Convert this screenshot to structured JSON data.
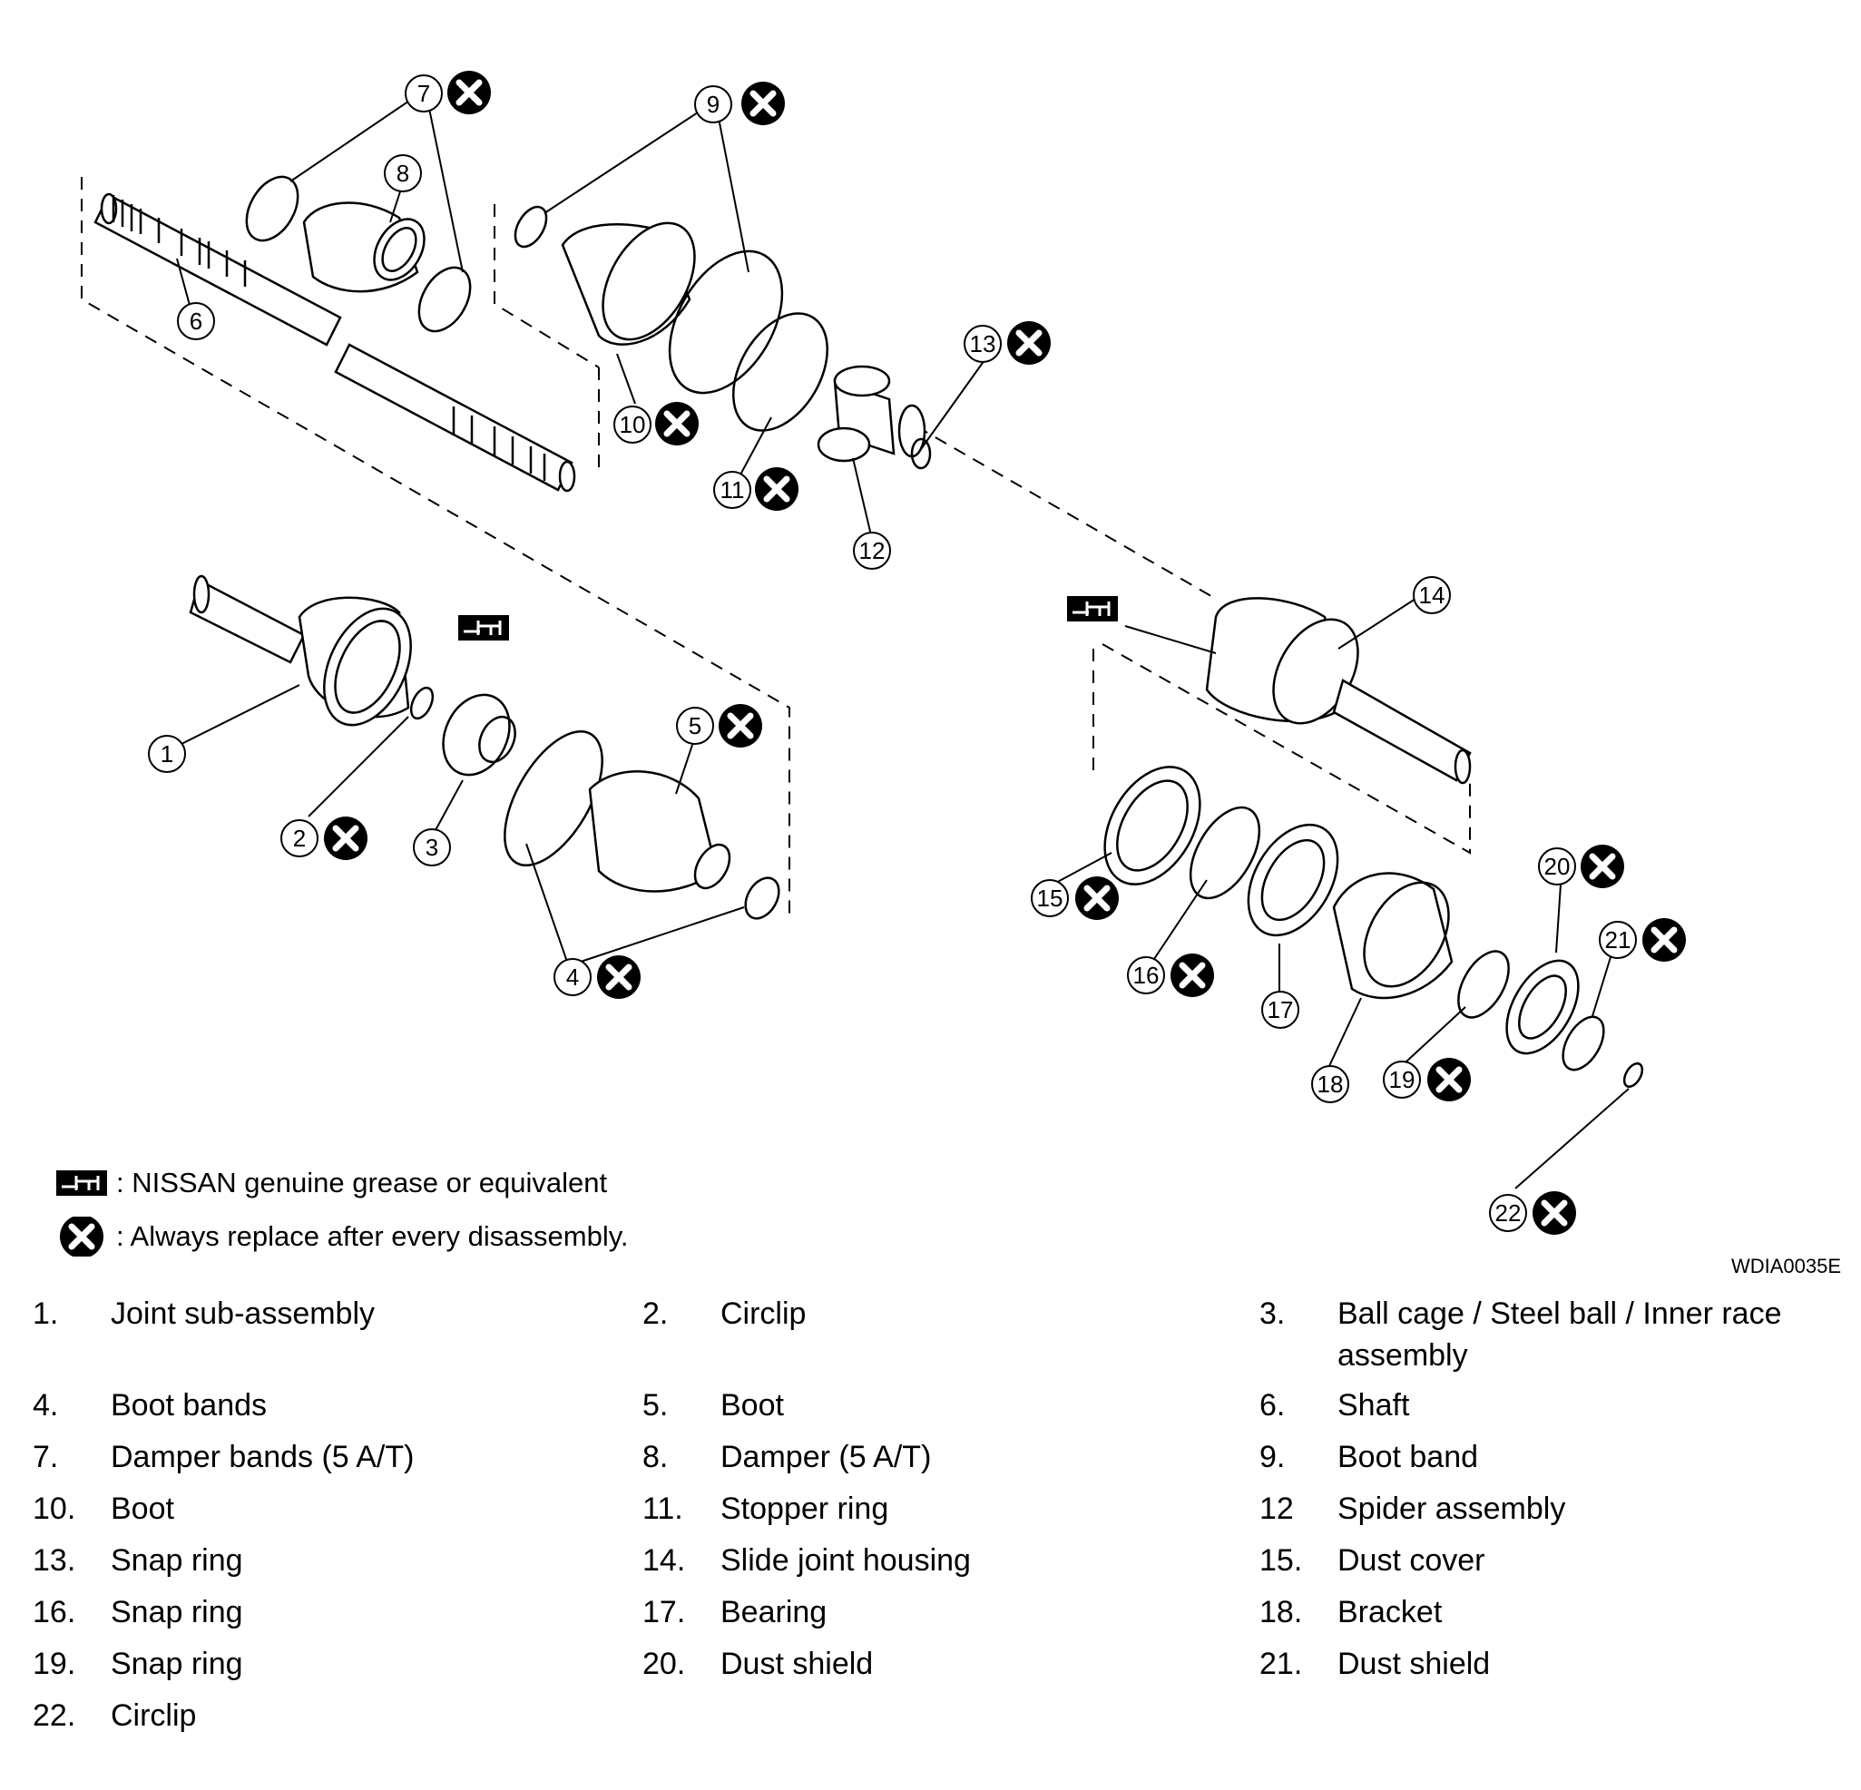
{
  "callouts": [
    "1",
    "2",
    "3",
    "4",
    "5",
    "6",
    "7",
    "8",
    "9",
    "10",
    "11",
    "12",
    "13",
    "14",
    "15",
    "16",
    "17",
    "18",
    "19",
    "20",
    "21",
    "22"
  ],
  "legend": {
    "grease_icon": "grease-gun-icon",
    "grease_text": ": NISSAN genuine grease or equivalent",
    "replace_icon": "x-circle-icon",
    "replace_text": ": Always replace after every disassembly."
  },
  "figure_id": "WDIA0035E",
  "parts": [
    {
      "num": "1.",
      "name": "Joint sub-assembly"
    },
    {
      "num": "2.",
      "name": "Circlip"
    },
    {
      "num": "3.",
      "name": "Ball cage / Steel ball / Inner race assembly"
    },
    {
      "num": "4.",
      "name": "Boot bands"
    },
    {
      "num": "5.",
      "name": "Boot"
    },
    {
      "num": "6.",
      "name": "Shaft"
    },
    {
      "num": "7.",
      "name": "Damper bands (5 A/T)"
    },
    {
      "num": "8.",
      "name": "Damper (5 A/T)"
    },
    {
      "num": "9.",
      "name": "Boot band"
    },
    {
      "num": "10.",
      "name": "Boot"
    },
    {
      "num": "11.",
      "name": "Stopper ring"
    },
    {
      "num": "12",
      "name": "Spider assembly"
    },
    {
      "num": "13.",
      "name": "Snap ring"
    },
    {
      "num": "14.",
      "name": "Slide joint housing"
    },
    {
      "num": "15.",
      "name": "Dust cover"
    },
    {
      "num": "16.",
      "name": "Snap ring"
    },
    {
      "num": "17.",
      "name": "Bearing"
    },
    {
      "num": "18.",
      "name": "Bracket"
    },
    {
      "num": "19.",
      "name": "Snap ring"
    },
    {
      "num": "20.",
      "name": "Dust shield"
    },
    {
      "num": "21.",
      "name": "Dust shield"
    },
    {
      "num": "22.",
      "name": "Circlip"
    }
  ]
}
